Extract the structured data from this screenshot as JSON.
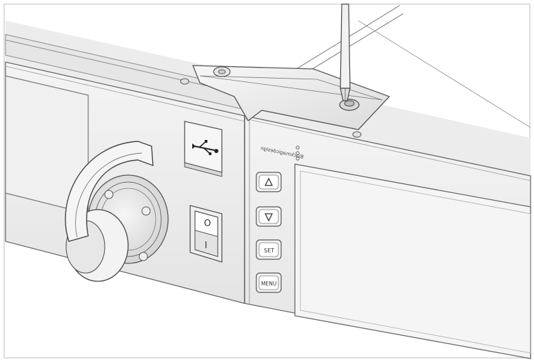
{
  "illustration": {
    "brand_text": "Blackmagicdesign",
    "buttons": [
      {
        "icon": "triangle-up-icon",
        "label": ""
      },
      {
        "icon": "triangle-down-icon",
        "label": ""
      },
      {
        "icon": "",
        "label": "SET"
      },
      {
        "icon": "",
        "label": "MENU"
      }
    ],
    "power_switch_on": "I",
    "power_switch_off": "O",
    "usb_port_icon": "usb-icon"
  }
}
